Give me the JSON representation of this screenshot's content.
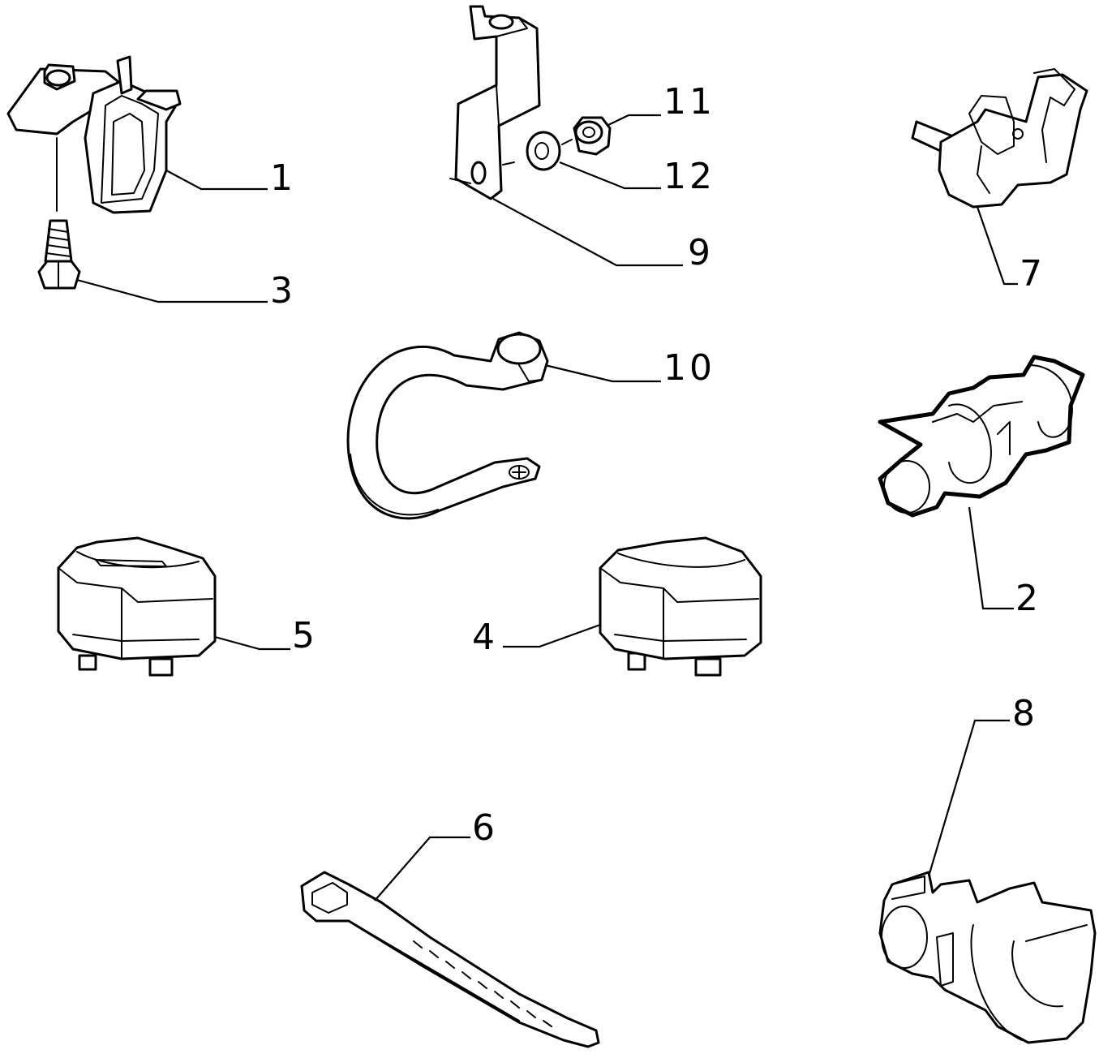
{
  "diagram": {
    "parts": [
      {
        "id": "part-1",
        "number": "1"
      },
      {
        "id": "part-2",
        "number": "2"
      },
      {
        "id": "part-3",
        "number": "3"
      },
      {
        "id": "part-4",
        "number": "4"
      },
      {
        "id": "part-5",
        "number": "5"
      },
      {
        "id": "part-6",
        "number": "6"
      },
      {
        "id": "part-7",
        "number": "7"
      },
      {
        "id": "part-8",
        "number": "8"
      },
      {
        "id": "part-9",
        "number": "9"
      },
      {
        "id": "part-10",
        "number": "10"
      },
      {
        "id": "part-11",
        "number": "11"
      },
      {
        "id": "part-12",
        "number": "12"
      }
    ]
  }
}
